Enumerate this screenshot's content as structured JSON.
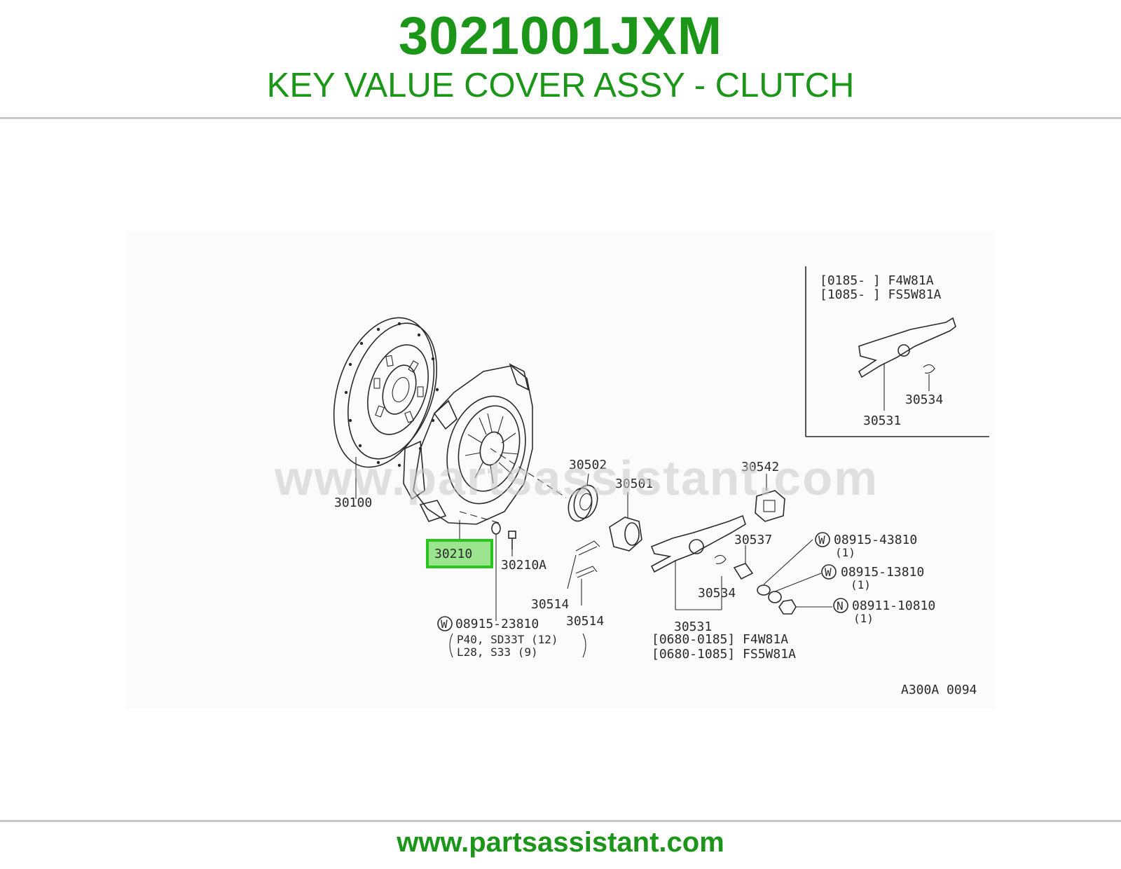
{
  "header": {
    "part_number": "3021001JXM",
    "part_title": "KEY VALUE COVER ASSY - CLUTCH"
  },
  "diagram": {
    "watermark": "www.partsassistant.com",
    "drawing_code": "A300A 0094",
    "highlight_color": "#29c61d",
    "labels": {
      "p30100": "30100",
      "p30210": "30210",
      "p30210A": "30210A",
      "p30502": "30502",
      "p30501": "30501",
      "p30542": "30542",
      "p30537": "30537",
      "p30514a": "30514",
      "p30514b": "30514",
      "p30534": "30534",
      "p30531": "30531",
      "w23810_code": "08915-23810",
      "w23810_line1": "P40, SD33T (12)",
      "w23810_line2": "L28, S33 (9)",
      "w43810_code": "08915-43810",
      "w43810_qty": "(1)",
      "w13810_code": "08915-13810",
      "w13810_qty": "(1)",
      "n10810_code": "08911-10810",
      "n10810_qty": "(1)",
      "range_1": "[0680-0185] F4W81A",
      "range_2": "[0680-1085] FS5W81A",
      "circle_w": "W",
      "circle_n": "N"
    },
    "inset": {
      "range_1": "[0185-    ] F4W81A",
      "range_2": "[1085-    ] FS5W81A",
      "p30534": "30534",
      "p30531": "30531"
    }
  },
  "footer": {
    "url": "www.partsassistant.com"
  }
}
